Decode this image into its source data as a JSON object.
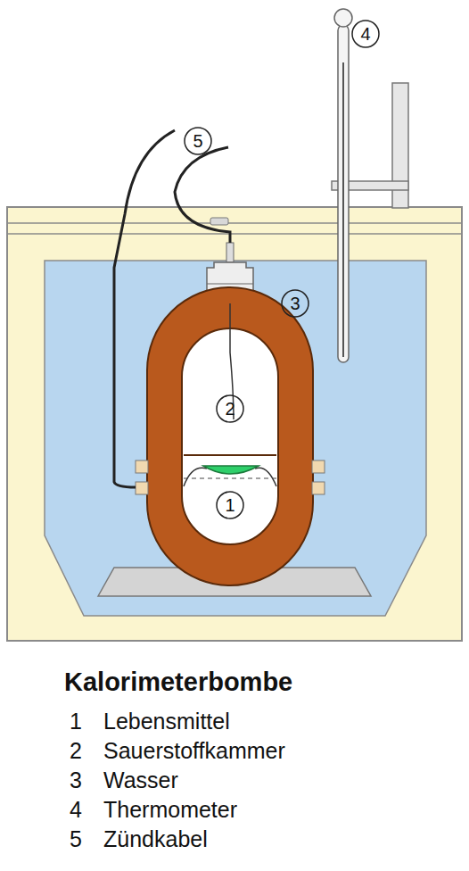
{
  "diagram": {
    "title": "Kalorimeterbombe",
    "labels": [
      "5",
      "4",
      "3",
      "2",
      "1",
      "1",
      "Lebensmittel",
      "2",
      "Sauerstoffkammer",
      "3",
      "Wasser",
      "4",
      "Thermometer",
      "5",
      "Zündkabel"
    ]
  }
}
